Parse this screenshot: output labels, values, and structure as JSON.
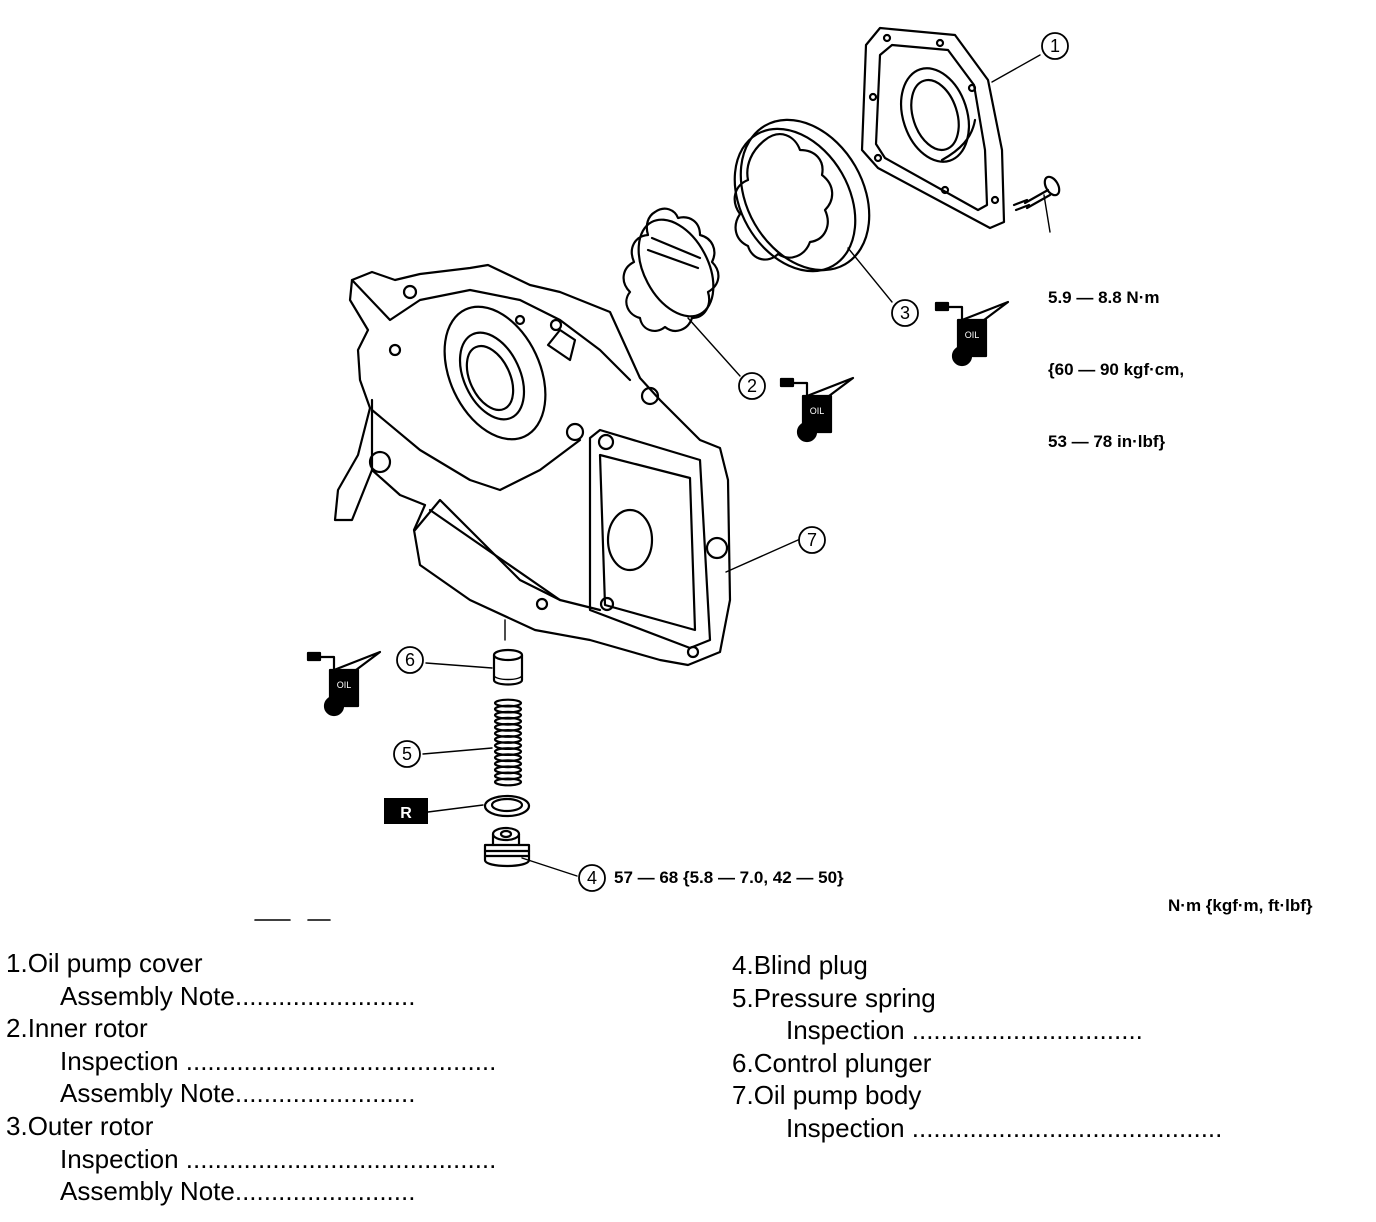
{
  "torque": {
    "bolt_line1": "5.9 — 8.8 N·m",
    "bolt_line2": "{60 — 90 kgf·cm,",
    "bolt_line3": "53 — 78 in·lbf}",
    "plug": "57 — 68 {5.8 — 7.0, 42 — 50}",
    "units": "N·m {kgf·m, ft·lbf}"
  },
  "callouts": [
    "1",
    "2",
    "3",
    "4",
    "5",
    "6",
    "7"
  ],
  "symbols": {
    "oil_label": "OIL",
    "replace_label": "R"
  },
  "legend": {
    "left": [
      {
        "num": "1.",
        "name": "Oil pump cover"
      },
      {
        "sub": "Assembly Note........................."
      },
      {
        "num": "2.",
        "name": "Inner rotor"
      },
      {
        "sub": "Inspection ..........................................."
      },
      {
        "sub": "Assembly Note........................."
      },
      {
        "num": "3.",
        "name": "Outer rotor"
      },
      {
        "sub": "Inspection ..........................................."
      },
      {
        "sub": "Assembly Note........................."
      }
    ],
    "right": [
      {
        "num": "4.",
        "name": "Blind plug"
      },
      {
        "num": "5.",
        "name": "Pressure spring"
      },
      {
        "sub": "Inspection ................................"
      },
      {
        "num": "6.",
        "name": "Control plunger"
      },
      {
        "num": "7.",
        "name": "Oil pump body"
      },
      {
        "sub": "Inspection ..........................................."
      }
    ]
  }
}
